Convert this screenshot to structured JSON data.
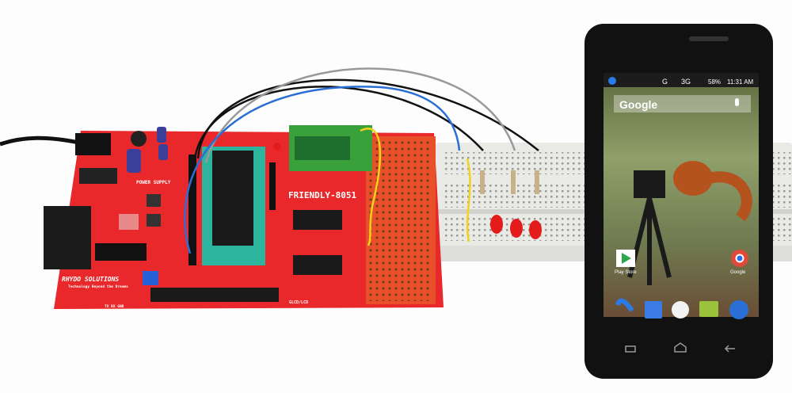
{
  "board": {
    "title": "FRIENDLY-8051",
    "power_label": "POWER SUPPLY",
    "brand": "RHYDO SOLUTIONS",
    "tagline": "Technology Beyond the Dreams",
    "uart_pins": "TX RX GND",
    "lcd_label": "GLCD/LCD"
  },
  "phone": {
    "status": {
      "network1": "G",
      "network2": "3G",
      "battery": "58%",
      "time": "11:31 AM"
    },
    "search_label": "Google",
    "apps": [
      {
        "label": "Play Store"
      },
      {
        "label": "Google"
      }
    ]
  },
  "colors": {
    "board": "#e8282a",
    "breadboard": "#e9e9e6",
    "phone": "#111111",
    "wire_blue": "#2a6fd6",
    "wire_yellow": "#f2d21a",
    "led": "#e41b1b"
  }
}
